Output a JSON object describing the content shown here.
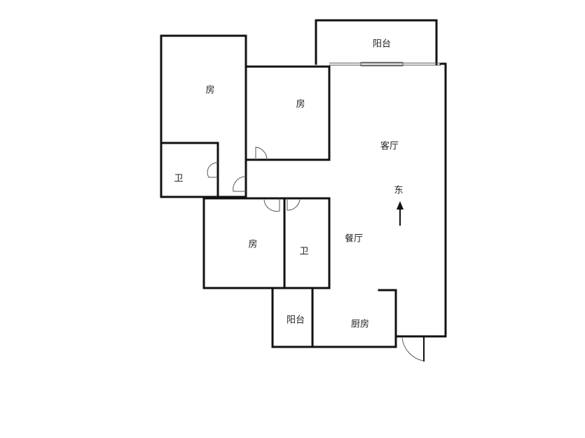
{
  "floor_plan": {
    "rooms": [
      {
        "id": "balcony-north",
        "label": "阳台"
      },
      {
        "id": "bedroom-west",
        "label": "房"
      },
      {
        "id": "bedroom-middle",
        "label": "房"
      },
      {
        "id": "living-room",
        "label": "客厅"
      },
      {
        "id": "bathroom-west",
        "label": "卫"
      },
      {
        "id": "bedroom-south",
        "label": "房"
      },
      {
        "id": "bathroom-south",
        "label": "卫"
      },
      {
        "id": "dining-room",
        "label": "餐厅"
      },
      {
        "id": "balcony-south",
        "label": "阳台"
      },
      {
        "id": "kitchen",
        "label": "厨房"
      }
    ],
    "compass": {
      "label": "东",
      "icon": "north-arrow-icon"
    }
  }
}
